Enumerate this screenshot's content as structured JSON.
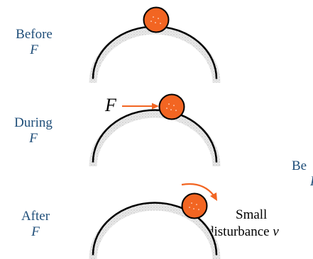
{
  "colors": {
    "label": "#1f4e79",
    "ball": "#f26522",
    "arrow": "#f26522",
    "surface": "#e6e6e6"
  },
  "stages": [
    {
      "name": "before",
      "line1": "Before",
      "line2": "F"
    },
    {
      "name": "during",
      "line1": "During",
      "line2": "F"
    },
    {
      "name": "after",
      "line1": "After",
      "line2": "F"
    }
  ],
  "force_label": "F",
  "disturbance": {
    "line1": "Small",
    "line2": "disturbance",
    "symbol": "ν"
  },
  "cut_off_text": {
    "line1": "Be",
    "line2": "F"
  }
}
